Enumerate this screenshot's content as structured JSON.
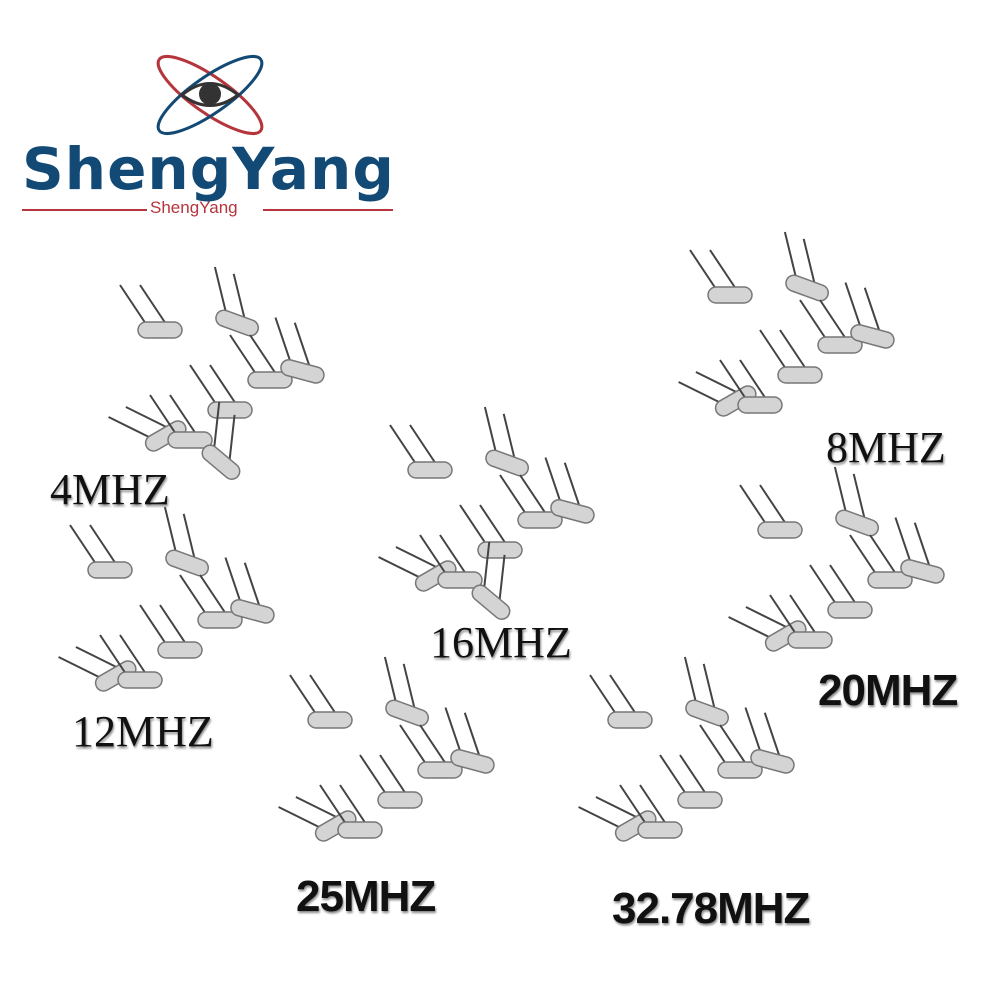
{
  "brand": {
    "name": "ShengYang",
    "subtitle": "ShengYang",
    "primary_color": "#124a75",
    "accent_color": "#b5353c"
  },
  "products": [
    {
      "label": "4MHZ"
    },
    {
      "label": "8MHZ"
    },
    {
      "label": "12MHZ"
    },
    {
      "label": "16MHZ"
    },
    {
      "label": "20MHZ"
    },
    {
      "label": "25MHZ"
    },
    {
      "label": "32.78MHZ"
    }
  ]
}
